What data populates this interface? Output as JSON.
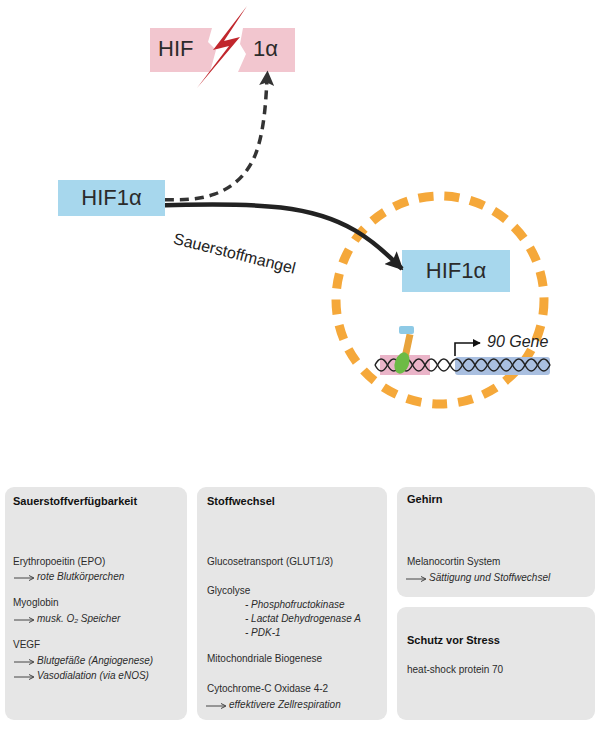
{
  "diagram": {
    "nodes": [
      {
        "text": [
          "HIF",
          "1α"
        ]
      },
      {
        "text": [
          "HIF1α"
        ]
      },
      {
        "text": [
          "90 Gene"
        ]
      },
      {
        "text": [
          "HIF1α"
        ],
        "in": 2
      },
      {
        "text": [
          "Sauerstoffverfügbarkeit",
          "Erythropoeitin (EPO)",
          "rote Blutkörperchen",
          "Myoglobin",
          "musk. O₂ Speicher",
          "VEGF",
          "Blutgefäße (Angiogenese)",
          "Vasodialation (via eNOS)"
        ]
      },
      {
        "text": [
          "Stoffwechsel",
          "Glucosetransport (GLUT1/3)",
          "Glycolyse",
          "- Phosphofructokinase",
          "- Lactat Dehydrogenase A",
          "- PDK-1",
          "Mitochondriale Biogenese",
          "Cytochrome-C Oxidase 4-2",
          "effektivere Zellrespiration"
        ]
      },
      {
        "text": [
          "Gehirn",
          "Melanocortin System",
          "Sättigung und Stoffwechsel"
        ]
      },
      {
        "text": [
          "Schutz vor Stress",
          "heat-shock protein 70"
        ]
      }
    ],
    "edges": [
      {
        "from": 1,
        "to": 0,
        "arrow": "to"
      },
      {
        "from": 1,
        "to": 3,
        "label": "Sauerstoffmangel",
        "arrow": "to"
      }
    ]
  }
}
